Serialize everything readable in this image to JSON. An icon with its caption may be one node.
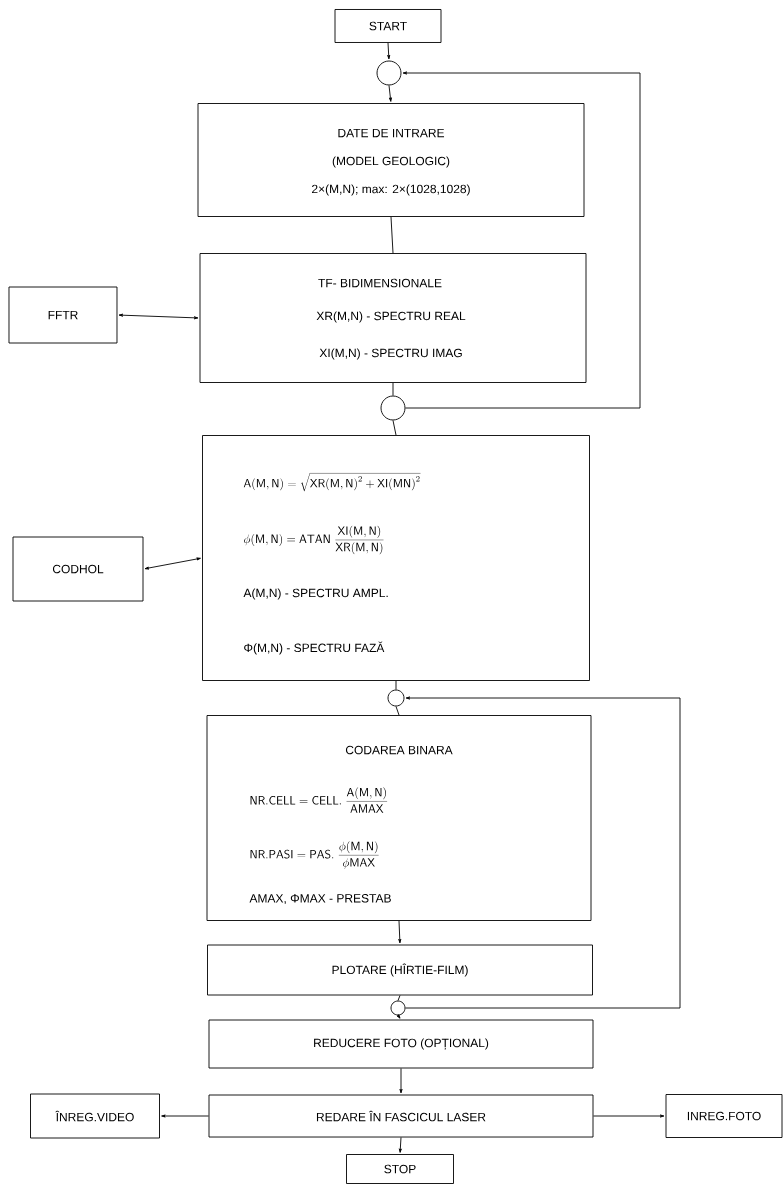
{
  "diagram": {
    "nodes": [
      {
        "text": [
          "START"
        ]
      },
      {
        "text": [],
        "shape": "circle"
      },
      {
        "text": [
          "DATE DE INTRARE",
          "(MODEL GEOLOGIC)",
          "2×(M,N); max: 2×(1028,1028)"
        ]
      },
      {
        "text": [
          "FFTR"
        ]
      },
      {
        "text": [
          "TF- BIDIMENSIONALE",
          "XR(M,N) - SPECTRU REAL",
          "XI(M,N) - SPECTRU IMAG"
        ]
      },
      {
        "text": [],
        "shape": "circle"
      },
      {
        "text": [
          "CODHOL"
        ]
      },
      {
        "text": [
          "\\mathsf{A(M,N)}=\\sqrt{\\mathsf{XR(M,N)}^{2}+\\mathsf{XI(MN)}^{2}}",
          "\\phi\\mathsf{(M,N)}=\\mathsf{ATAN}\\;\\frac{\\mathsf{XI(M,N)}}{\\mathsf{XR(M,N)}}",
          "A(M,N) - SPECTRU AMPL.",
          "Φ(M,N) - SPECTRU FAZĂ"
        ]
      },
      {
        "text": [],
        "shape": "circle"
      },
      {
        "text": [
          "CODAREA BINARA",
          "\\mathsf{NR.CELL}=\\mathsf{CELL.}\\;\\frac{\\mathsf{A(M,N)}}{\\mathsf{AMAX}}",
          "\\mathsf{NR.PASI}=\\mathsf{PAS.}\\;\\frac{\\phi\\mathsf{(M,N)}}{\\phi\\mathsf{MAX}}",
          "AMAX, ΦMAX - PRESTAB"
        ]
      },
      {
        "text": [
          "PLOTARE (HÎRTIE-FILM)"
        ]
      },
      {
        "text": [],
        "shape": "circle"
      },
      {
        "text": [
          "REDUCERE FOTO (OPȚIONAL)"
        ]
      },
      {
        "text": [
          "ÎNREG.VIDEO"
        ]
      },
      {
        "text": [
          "REDARE ÎN FASCICUL LASER"
        ]
      },
      {
        "text": [
          "INREG.FOTO"
        ]
      },
      {
        "text": [
          "STOP"
        ]
      }
    ],
    "edges": [
      {
        "from": 0,
        "to": 1,
        "arrow": "to"
      },
      {
        "from": 1,
        "to": 2,
        "arrow": "to"
      },
      {
        "from": 2,
        "to": 4,
        "arrow": "none"
      },
      {
        "from": 4,
        "to": 3,
        "arrow": "both"
      },
      {
        "from": 4,
        "to": 5,
        "arrow": "none"
      },
      {
        "from": 5,
        "to": 1,
        "arrow": "to"
      },
      {
        "from": 5,
        "to": 7,
        "arrow": "none"
      },
      {
        "from": 7,
        "to": 6,
        "arrow": "both"
      },
      {
        "from": 7,
        "to": 8,
        "arrow": "none"
      },
      {
        "from": 8,
        "to": 9,
        "arrow": "none"
      },
      {
        "from": 9,
        "to": 10,
        "arrow": "to"
      },
      {
        "from": 10,
        "to": 11,
        "arrow": "none"
      },
      {
        "from": 11,
        "to": 8,
        "arrow": "to"
      },
      {
        "from": 11,
        "to": 12,
        "arrow": "to"
      },
      {
        "from": 12,
        "to": 14,
        "arrow": "to"
      },
      {
        "from": 14,
        "to": 13,
        "arrow": "to"
      },
      {
        "from": 14,
        "to": 15,
        "arrow": "to"
      },
      {
        "from": 14,
        "to": 16,
        "arrow": "to"
      }
    ]
  }
}
